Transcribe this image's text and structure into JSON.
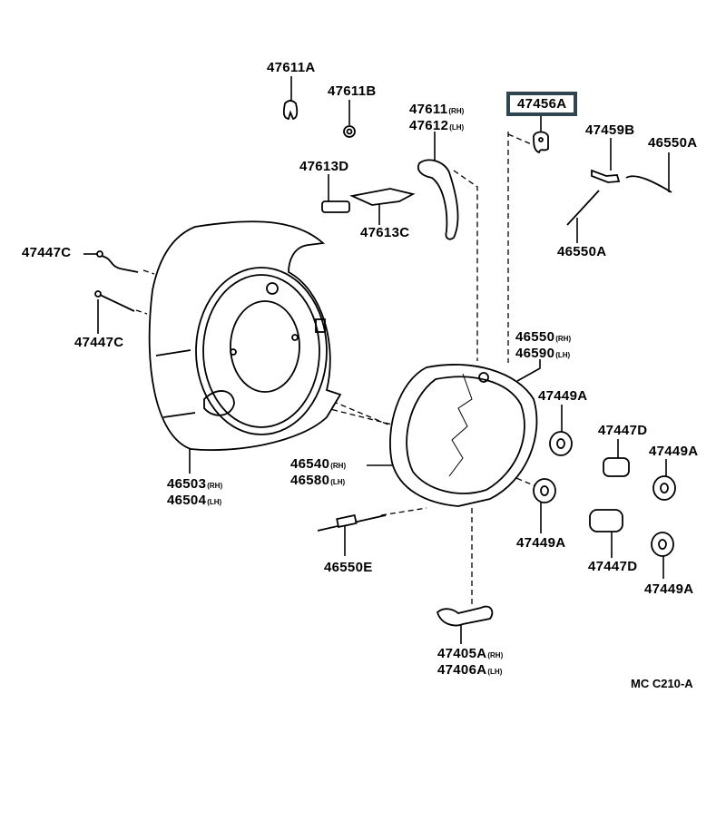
{
  "diagram": {
    "title_ref": "MC C210-A",
    "highlight_color": "#2f4550",
    "parts": [
      {
        "id": "47611A",
        "lines": [
          "47611A"
        ]
      },
      {
        "id": "47611B",
        "lines": [
          "47611B"
        ]
      },
      {
        "id": "47611-47612",
        "lines": [
          "47611",
          "47612"
        ],
        "sides": [
          "(RH)",
          "(LH)"
        ]
      },
      {
        "id": "47456A",
        "lines": [
          "47456A"
        ],
        "highlighted": true
      },
      {
        "id": "47459B",
        "lines": [
          "47459B"
        ]
      },
      {
        "id": "46550A-top",
        "lines": [
          "46550A"
        ]
      },
      {
        "id": "47613D",
        "lines": [
          "47613D"
        ]
      },
      {
        "id": "47613C",
        "lines": [
          "47613C"
        ]
      },
      {
        "id": "46550A-mid",
        "lines": [
          "46550A"
        ]
      },
      {
        "id": "47447C-top",
        "lines": [
          "47447C"
        ]
      },
      {
        "id": "47447C-bottom",
        "lines": [
          "47447C"
        ]
      },
      {
        "id": "46550-46590",
        "lines": [
          "46550",
          "46590"
        ],
        "sides": [
          "(RH)",
          "(LH)"
        ]
      },
      {
        "id": "47449A-1",
        "lines": [
          "47449A"
        ]
      },
      {
        "id": "47447D-1",
        "lines": [
          "47447D"
        ]
      },
      {
        "id": "47449A-2",
        "lines": [
          "47449A"
        ]
      },
      {
        "id": "46503-46504",
        "lines": [
          "46503",
          "46504"
        ],
        "sides": [
          "(RH)",
          "(LH)"
        ]
      },
      {
        "id": "46540-46580",
        "lines": [
          "46540",
          "46580"
        ],
        "sides": [
          "(RH)",
          "(LH)"
        ]
      },
      {
        "id": "47449A-3",
        "lines": [
          "47449A"
        ]
      },
      {
        "id": "47447D-2",
        "lines": [
          "47447D"
        ]
      },
      {
        "id": "47449A-4",
        "lines": [
          "47449A"
        ]
      },
      {
        "id": "46550E",
        "lines": [
          "46550E"
        ]
      },
      {
        "id": "47405A-47406A",
        "lines": [
          "47405A",
          "47406A"
        ],
        "sides": [
          "(RH)",
          "(LH)"
        ]
      }
    ]
  }
}
